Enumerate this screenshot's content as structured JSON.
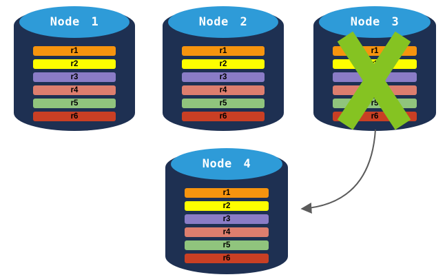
{
  "diagram": {
    "background": "#FFFFFF",
    "colors": {
      "cylinder_body": "#1E3052",
      "cylinder_top": "#2E9BD8",
      "node_label_text": "#FFFFFF",
      "replica_label_text": "#000000",
      "fail_x": "#85C322",
      "arrow": "#5B5B5B"
    },
    "replica_colors": [
      "#F6940E",
      "#FEFE00",
      "#8A7CC6",
      "#DD7E6E",
      "#90C47D",
      "#C93F24"
    ],
    "nodes": [
      {
        "label": "Node 1",
        "failed": false,
        "replicas": [
          "r1",
          "r2",
          "r3",
          "r4",
          "r5",
          "r6"
        ]
      },
      {
        "label": "Node 2",
        "failed": false,
        "replicas": [
          "r1",
          "r2",
          "r3",
          "r4",
          "r5",
          "r6"
        ]
      },
      {
        "label": "Node 3",
        "failed": true,
        "replicas": [
          "r1",
          "r2",
          "r3",
          "r4",
          "r5",
          "r6"
        ]
      },
      {
        "label": "Node 4",
        "failed": false,
        "replicas": [
          "r1",
          "r2",
          "r3",
          "r4",
          "r5",
          "r6"
        ]
      }
    ],
    "arrow": {
      "from": "Node 3",
      "to": "Node 4"
    }
  }
}
